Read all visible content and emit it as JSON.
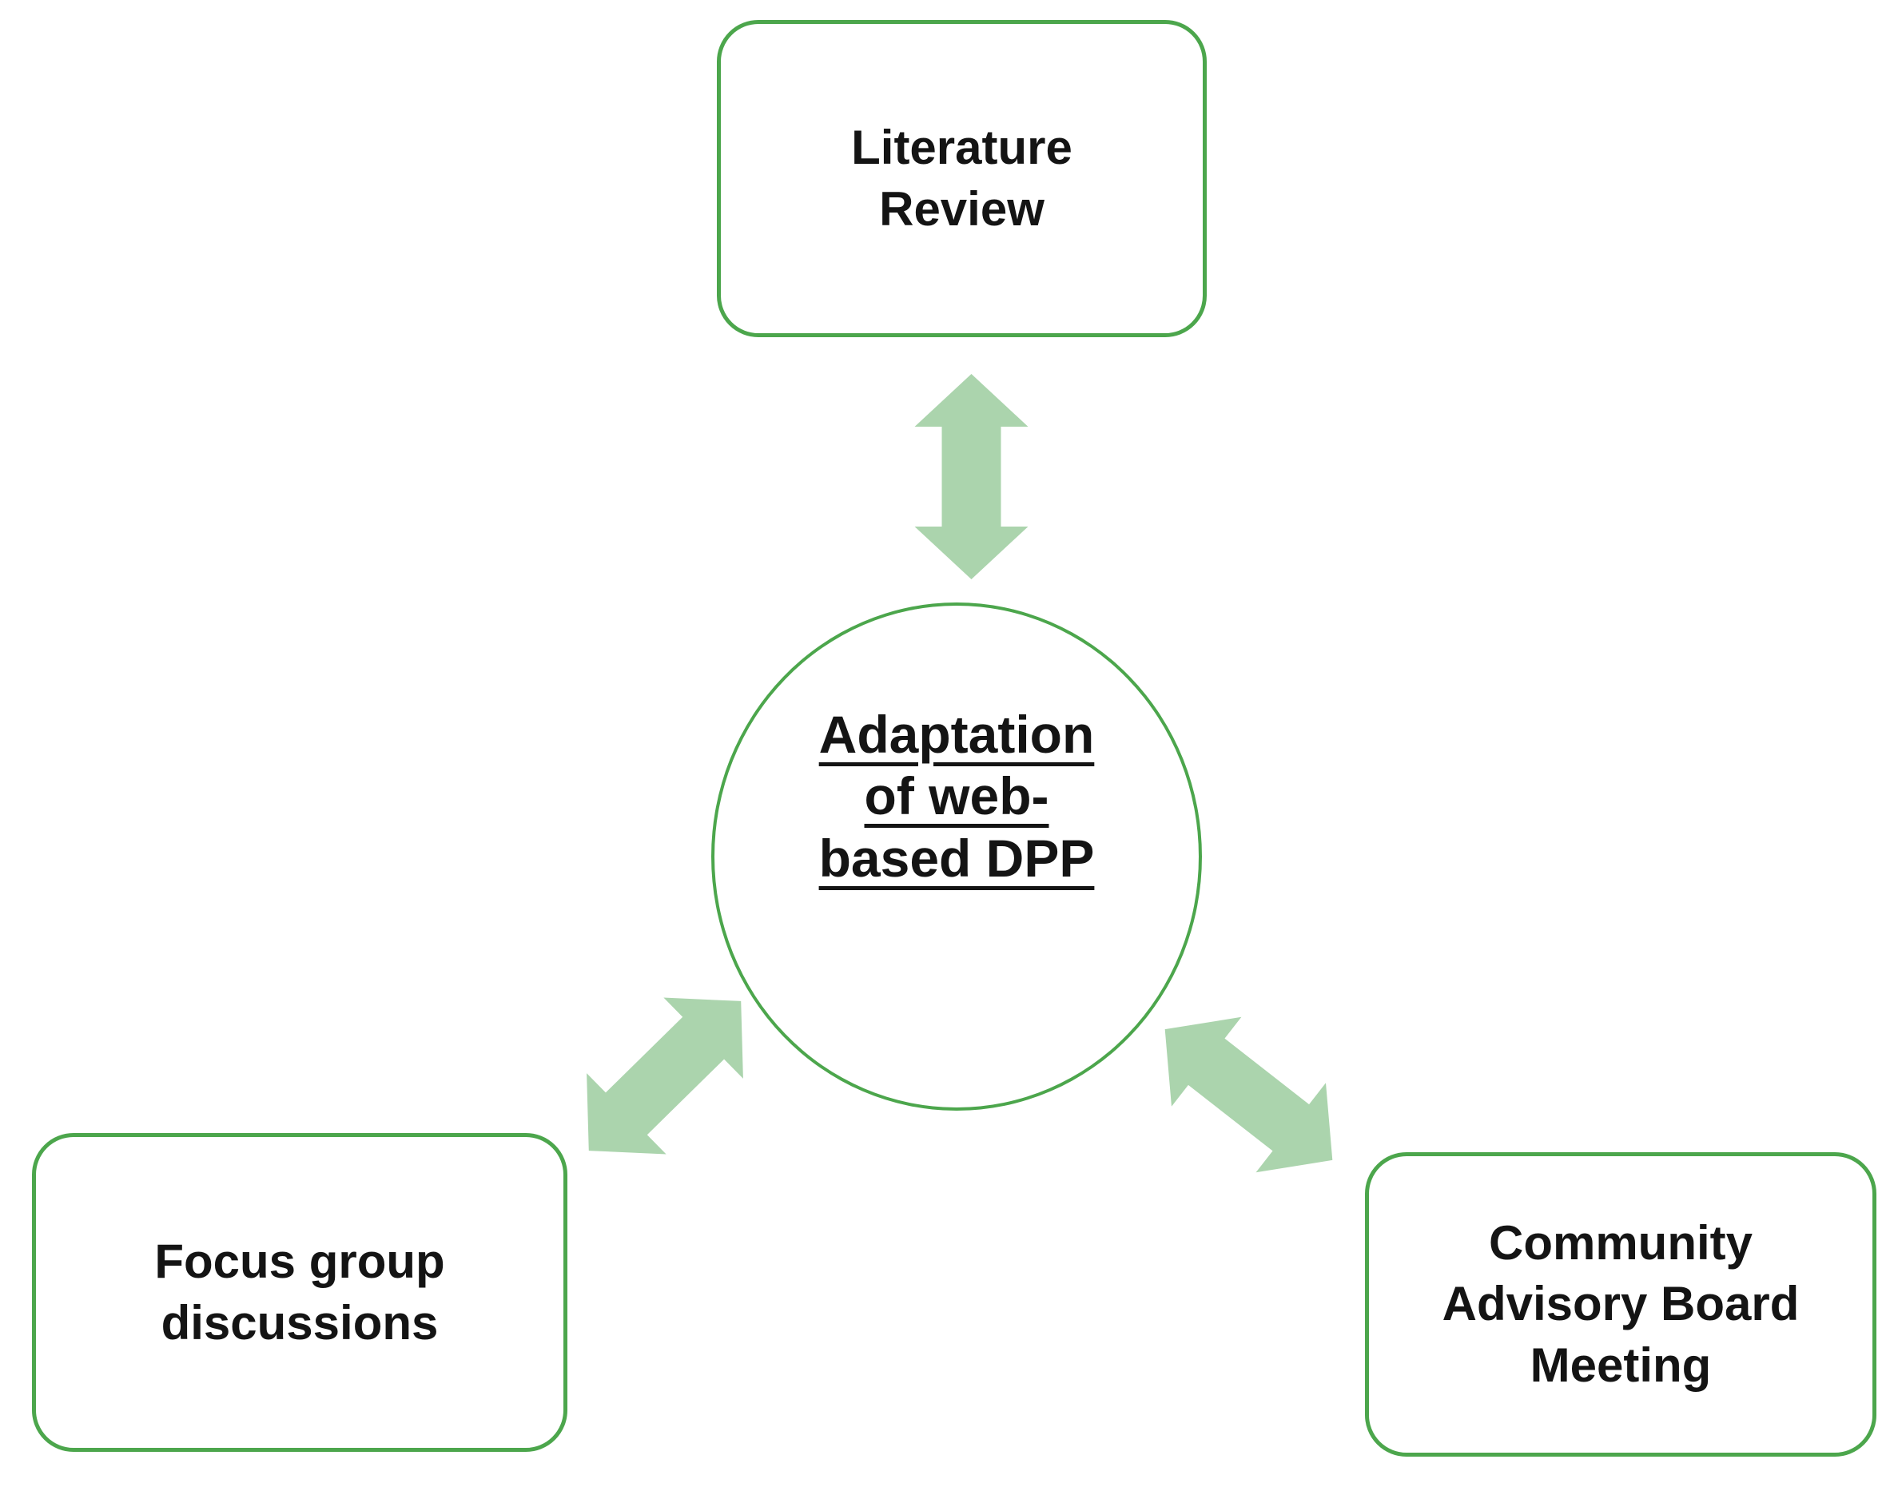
{
  "diagram": {
    "center_node": {
      "label": "Adaptation of web-based DPP",
      "lines": [
        "Adaptation",
        "of web-",
        "based DPP"
      ],
      "shape": "circle"
    },
    "nodes": [
      {
        "id": "literature",
        "label": "Literature Review",
        "lines": [
          "Literature",
          "Review"
        ]
      },
      {
        "id": "focus",
        "label": "Focus group discussions",
        "lines": [
          "Focus group",
          "discussions"
        ]
      },
      {
        "id": "community",
        "label": "Community Advisory Board Meeting",
        "lines": [
          "Community",
          "Advisory Board",
          "Meeting"
        ]
      }
    ],
    "connectors": [
      {
        "icon": "double-arrow-vertical-icon",
        "between": [
          "literature",
          "center"
        ]
      },
      {
        "icon": "double-arrow-diagonal-left-icon",
        "between": [
          "focus",
          "center"
        ]
      },
      {
        "icon": "double-arrow-diagonal-right-icon",
        "between": [
          "community",
          "center"
        ]
      }
    ],
    "colors": {
      "node_outline": "#4CA64C",
      "arrow_fill": "#ABD4AD",
      "text": "#141414",
      "background": "#FFFFFF"
    }
  }
}
